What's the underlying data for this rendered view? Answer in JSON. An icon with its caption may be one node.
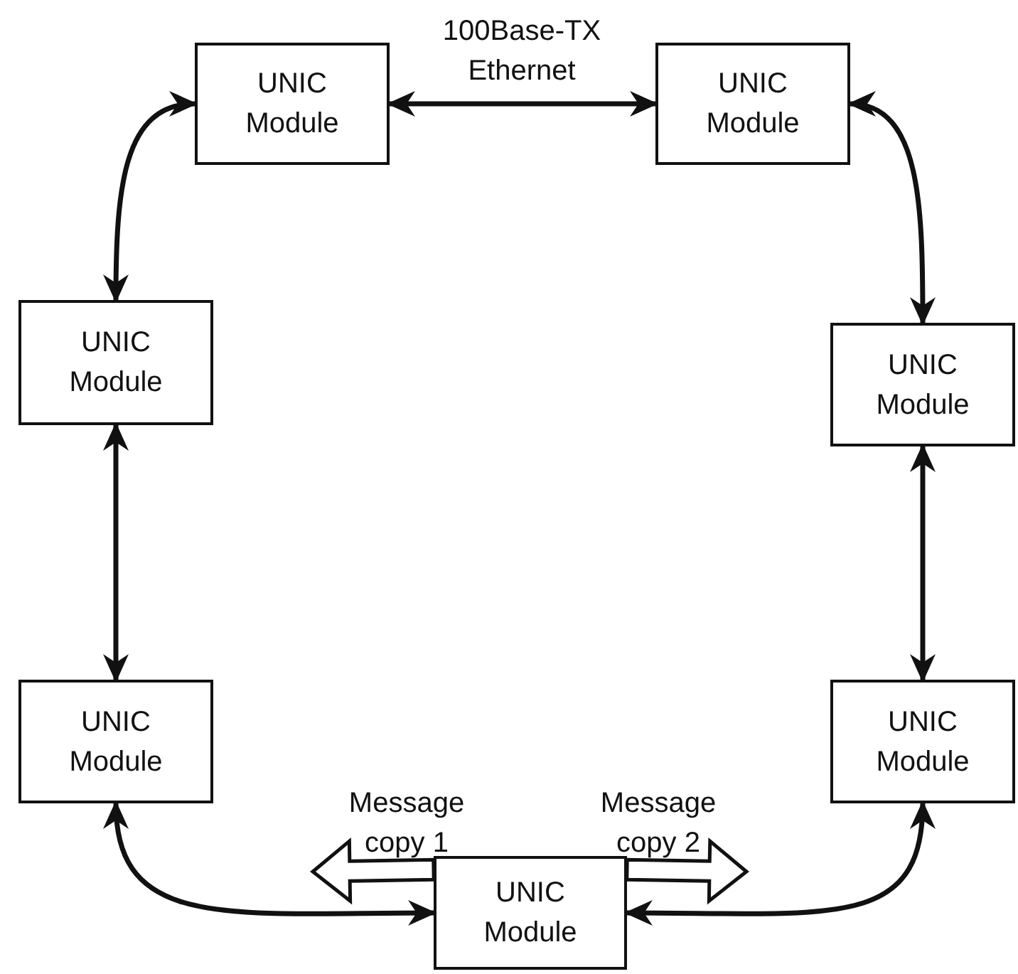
{
  "diagram": {
    "nodes": [
      {
        "text": [
          "UNIC Module"
        ]
      },
      {
        "text": [
          "UNIC Module"
        ]
      },
      {
        "text": [
          "UNIC Module"
        ]
      },
      {
        "text": [
          "UNIC Module"
        ]
      },
      {
        "text": [
          "UNIC Module"
        ]
      },
      {
        "text": [
          "UNIC Module"
        ]
      },
      {
        "text": [
          "UNIC Module"
        ]
      }
    ],
    "edges": [
      {
        "from": 0,
        "to": 1,
        "arrow": "both",
        "label": "100Base-TX Ethernet"
      },
      {
        "from": 0,
        "to": 2,
        "arrow": "both"
      },
      {
        "from": 1,
        "to": 3,
        "arrow": "both"
      },
      {
        "from": 2,
        "to": 4,
        "arrow": "both"
      },
      {
        "from": 3,
        "to": 5,
        "arrow": "both"
      },
      {
        "from": 4,
        "to": 6,
        "arrow": "both"
      },
      {
        "from": 5,
        "to": 6,
        "arrow": "both"
      },
      {
        "from": 6,
        "to": null,
        "arrow": "to",
        "style": "thick",
        "label": "Message copy 1"
      },
      {
        "from": 6,
        "to": null,
        "arrow": "to",
        "style": "thick",
        "label": "Message copy 2"
      }
    ]
  }
}
